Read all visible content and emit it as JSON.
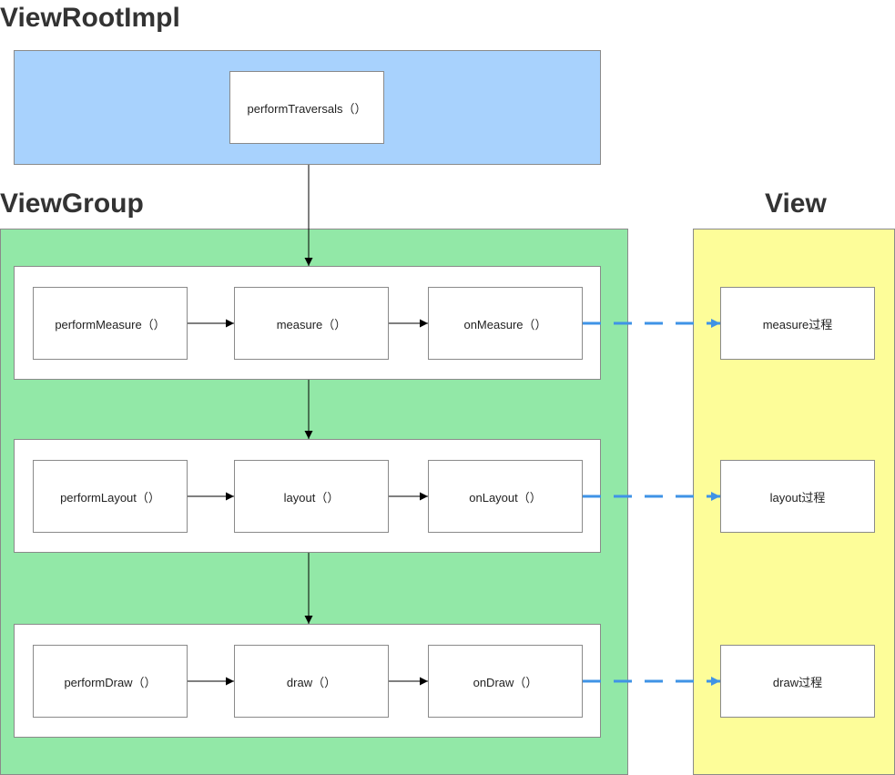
{
  "colors": {
    "root_fill": "#a8d2fd",
    "group_fill": "#92e8a7",
    "view_fill": "#fdfd99",
    "arrow": "#000000",
    "dashed_arrow": "#3f93e6"
  },
  "root": {
    "title": "ViewRootImpl",
    "method": "performTraversals（）"
  },
  "group": {
    "title": "ViewGroup",
    "rows": [
      {
        "perform": "performMeasure（）",
        "call": "measure（）",
        "on": "onMeasure（）"
      },
      {
        "perform": "performLayout（）",
        "call": "layout（）",
        "on": "onLayout（）"
      },
      {
        "perform": "performDraw（）",
        "call": "draw（）",
        "on": "onDraw（）"
      }
    ]
  },
  "view": {
    "title": "View",
    "steps": [
      "measure过程",
      "layout过程",
      "draw过程"
    ]
  }
}
